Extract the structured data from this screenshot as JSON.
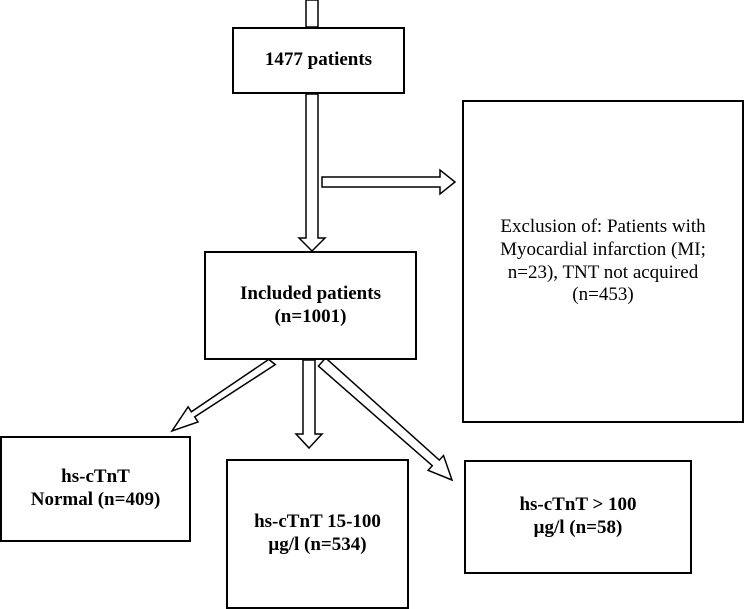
{
  "nodes": {
    "total": {
      "text": "1477 patients"
    },
    "exclusion": {
      "text": "Exclusion of: Patients with\nMyocardial infarction (MI;\nn=23), TNT not acquired\n(n=453)"
    },
    "included": {
      "text": "Included patients\n(n=1001)"
    },
    "normal": {
      "text": "hs-cTnT\nNormal (n=409)"
    },
    "mid": {
      "text": "hs-cTnT 15-100\nμg/l (n=534)"
    },
    "high": {
      "text": "hs-cTnT > 100\nμg/l  (n=58)"
    }
  },
  "colors": {
    "stroke": "#000000",
    "fill": "#ffffff",
    "text": "#000000"
  }
}
